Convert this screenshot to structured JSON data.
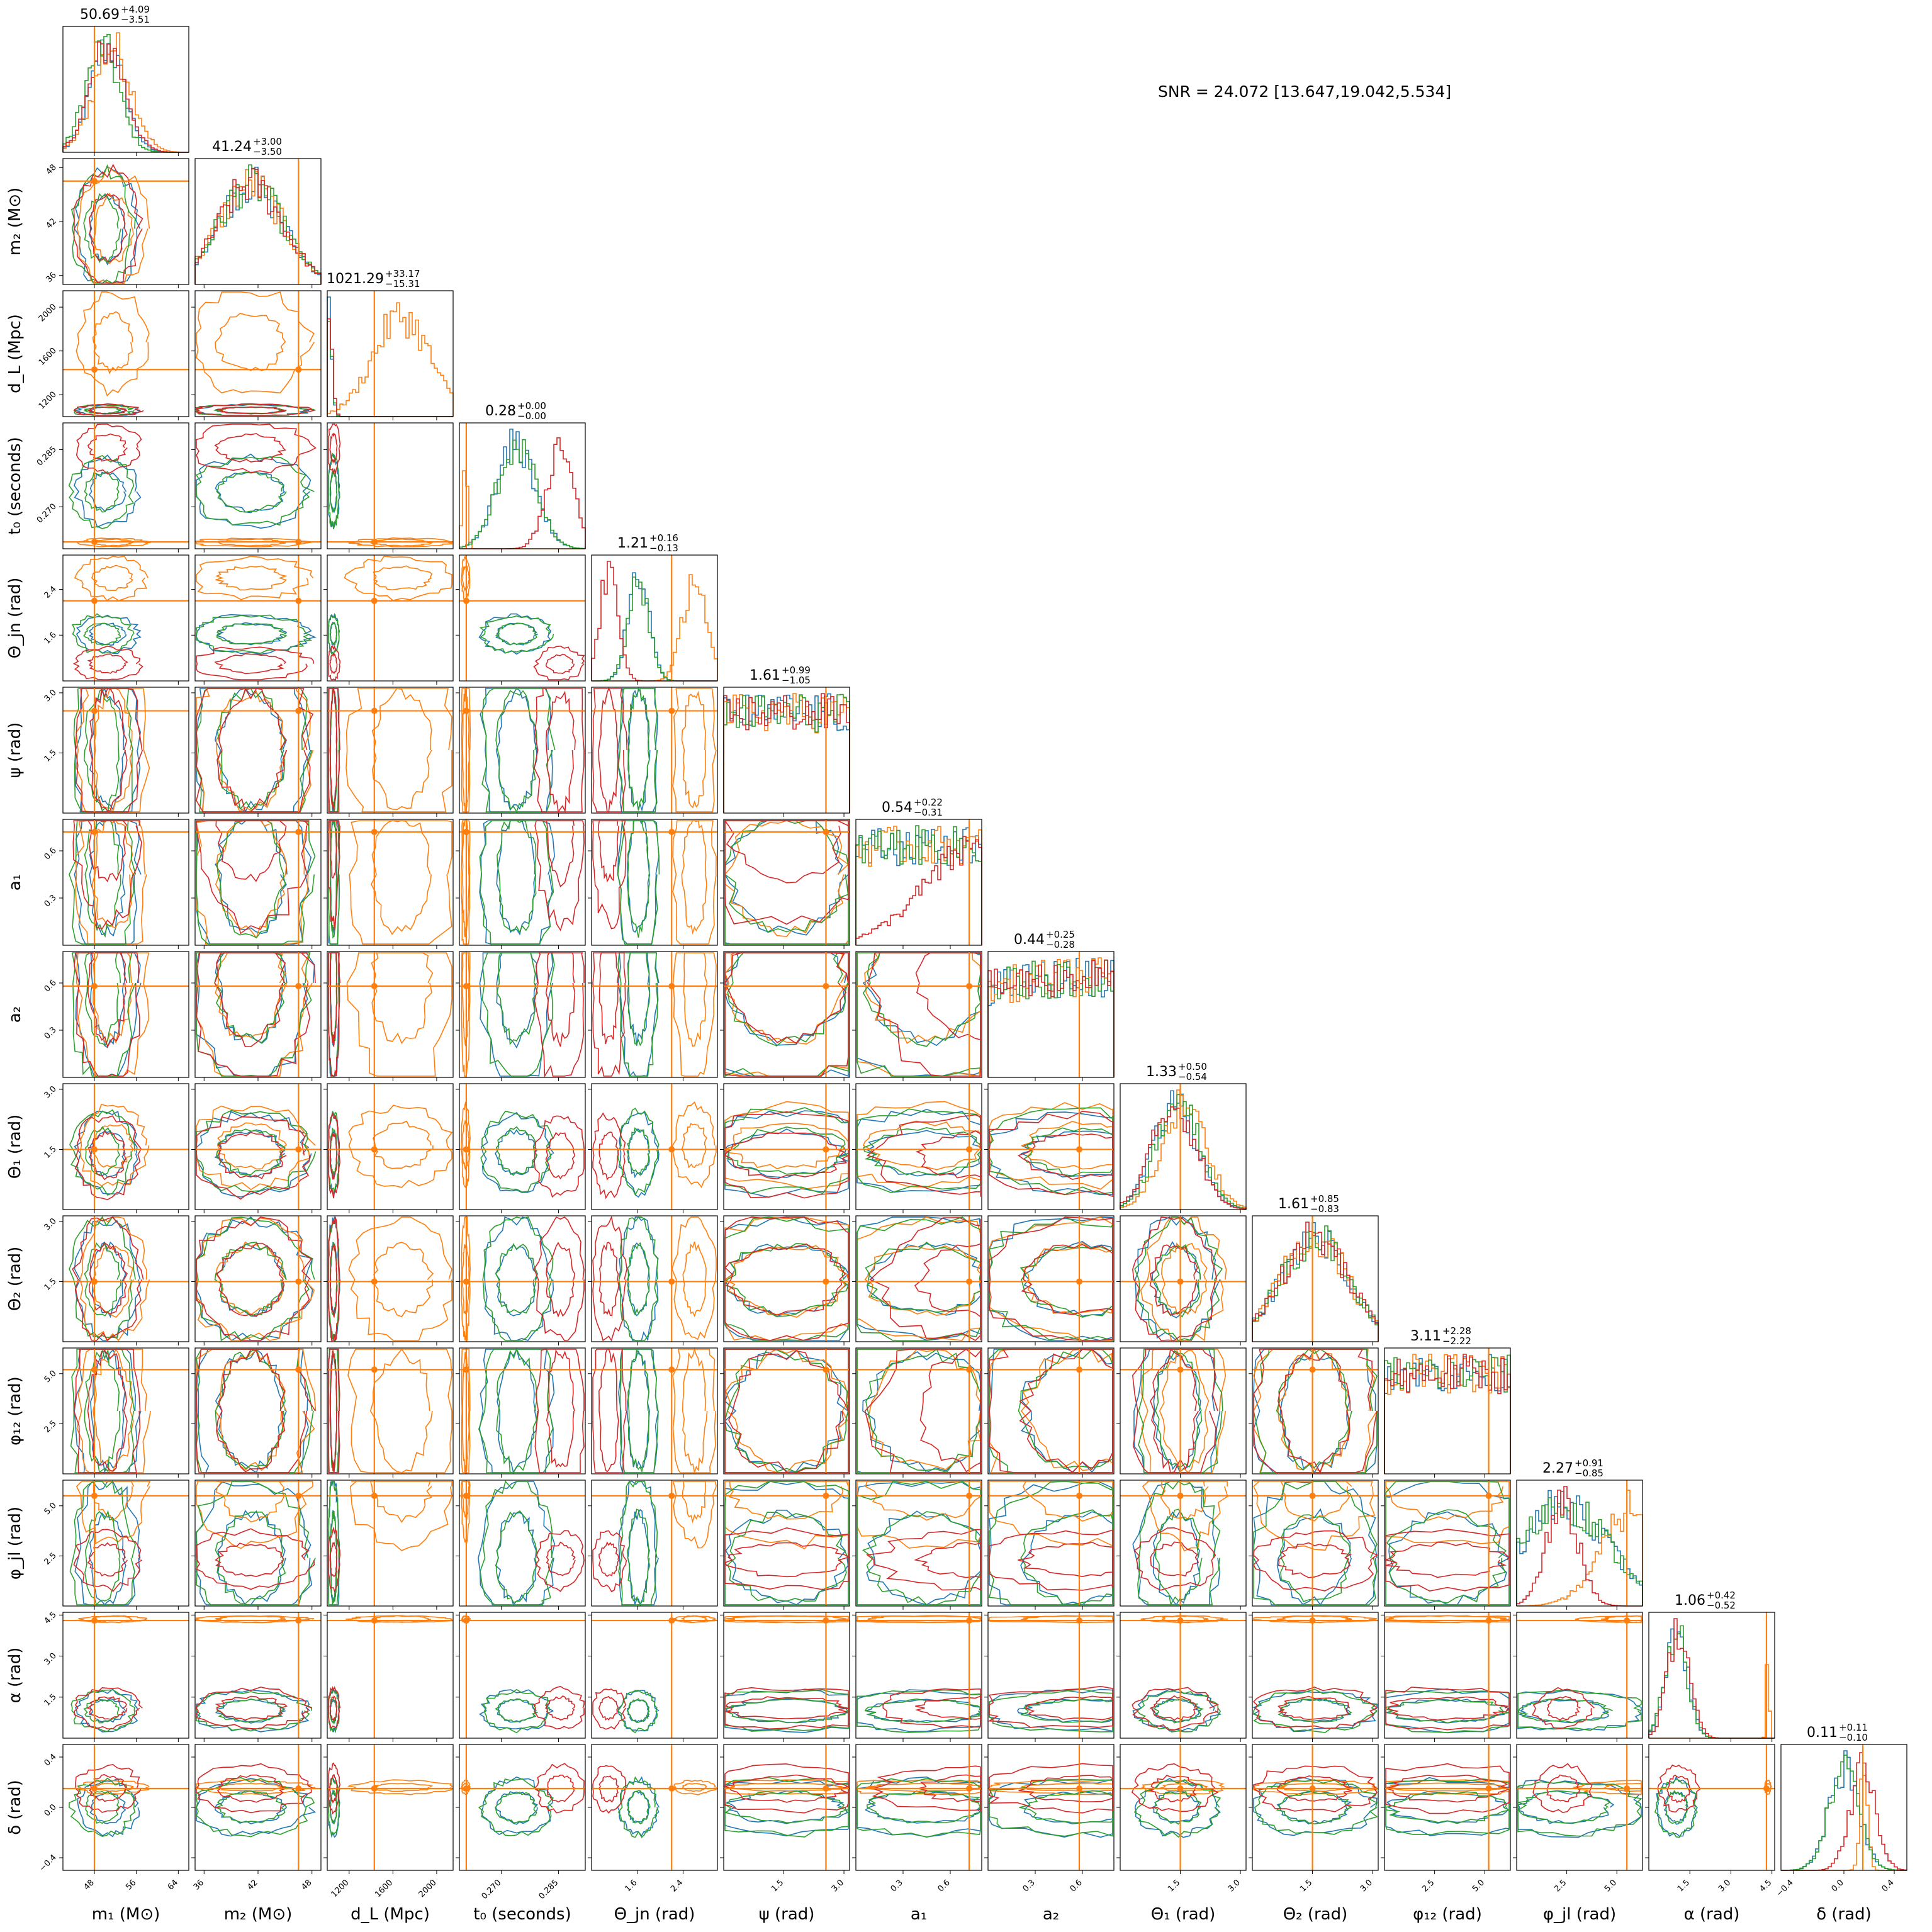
{
  "chart_data": {
    "type": "corner",
    "snr_label": "SNR = 24.072 [13.647,19.042,5.534]",
    "colors": {
      "blue": "#1f77b4",
      "orange": "#ff7f0e",
      "green": "#2ca02c",
      "red": "#d62728",
      "truth": "#ff7f0e"
    },
    "series": [
      {
        "color": "#1f77b4"
      },
      {
        "color": "#ff7f0e"
      },
      {
        "color": "#2ca02c"
      },
      {
        "color": "#d62728"
      }
    ],
    "parameters": [
      {
        "name": "m1",
        "label": "m₁ (M⊙)",
        "title_value": "50.69",
        "plus": "+4.09",
        "minus": "−3.51",
        "range": [
          42,
          66
        ],
        "truth": 48,
        "ticks": [
          48,
          56,
          64
        ],
        "tick_labels": [
          "48",
          "56",
          "64"
        ],
        "means": [
          50.5,
          51.5,
          49.5,
          50.5
        ],
        "sigmas": [
          3.2,
          3.6,
          3.2,
          3.4
        ]
      },
      {
        "name": "m2",
        "label": "m₂ (M⊙)",
        "title_value": "41.24",
        "plus": "+3.00",
        "minus": "−3.50",
        "range": [
          35,
          49
        ],
        "truth": 46.5,
        "ticks": [
          36,
          42,
          48
        ],
        "tick_labels": [
          "36",
          "42",
          "48"
        ],
        "means": [
          41.2,
          41.2,
          41.2,
          41.2
        ],
        "sigmas": [
          3.6,
          3.6,
          3.6,
          3.6
        ]
      },
      {
        "name": "dL",
        "label": "d_L (Mpc)",
        "title_value": "1021.29",
        "plus": "+33.17",
        "minus": "−15.31",
        "range": [
          1000,
          2150
        ],
        "truth": 1430,
        "ticks": [
          1200,
          1600,
          2000
        ],
        "tick_labels": [
          "1200",
          "1600",
          "2000"
        ],
        "means": [
          1015,
          1680,
          1015,
          1020
        ],
        "sigmas": [
          28,
          260,
          28,
          30
        ]
      },
      {
        "name": "t0",
        "label": "t₀ (seconds)",
        "title_value": "0.28",
        "plus": "+0.00",
        "minus": "−0.00",
        "range": [
          0.259,
          0.292
        ],
        "truth": 0.2608,
        "ticks": [
          0.27,
          0.285
        ],
        "tick_labels": [
          "0.270",
          "0.285"
        ],
        "means": [
          0.274,
          0.2605,
          0.274,
          0.2855
        ],
        "sigmas": [
          0.005,
          0.0006,
          0.005,
          0.0035
        ]
      },
      {
        "name": "theta_jn",
        "label": "Θ_jn (rad)",
        "title_value": "1.21",
        "plus": "+0.16",
        "minus": "−0.13",
        "range": [
          0.8,
          3.0
        ],
        "truth": 2.2,
        "ticks": [
          1.6,
          2.4
        ],
        "tick_labels": [
          "1.6",
          "2.4"
        ],
        "means": [
          1.62,
          2.6,
          1.62,
          1.1
        ],
        "sigmas": [
          0.18,
          0.2,
          0.18,
          0.16
        ]
      },
      {
        "name": "psi",
        "label": "ψ (rad)",
        "title_value": "1.61",
        "plus": "+0.99",
        "minus": "−1.05",
        "range": [
          0,
          3.14
        ],
        "truth": 2.55,
        "ticks": [
          1.5,
          3.0
        ],
        "tick_labels": [
          "1.5",
          "3.0"
        ],
        "means": [
          1.57,
          1.57,
          1.57,
          1.57
        ],
        "sigmas": [
          9,
          9,
          9,
          9
        ]
      },
      {
        "name": "a1",
        "label": "a₁",
        "title_value": "0.54",
        "plus": "+0.22",
        "minus": "−0.31",
        "range": [
          0,
          0.8
        ],
        "truth": 0.72,
        "ticks": [
          0.3,
          0.6
        ],
        "tick_labels": [
          "0.3",
          "0.6"
        ],
        "means": [
          0.45,
          0.45,
          0.45,
          0.8
        ],
        "sigmas": [
          2,
          2,
          2,
          0.35
        ]
      },
      {
        "name": "a2",
        "label": "a₂",
        "title_value": "0.44",
        "plus": "+0.25",
        "minus": "−0.28",
        "range": [
          0,
          0.8
        ],
        "truth": 0.58,
        "ticks": [
          0.3,
          0.6
        ],
        "tick_labels": [
          "0.3",
          "0.6"
        ],
        "means": [
          0.6,
          0.6,
          0.6,
          0.6
        ],
        "sigmas": [
          1.2,
          1.2,
          1.2,
          1.2
        ]
      },
      {
        "name": "theta1",
        "label": "Θ₁ (rad)",
        "title_value": "1.33",
        "plus": "+0.50",
        "minus": "−0.54",
        "range": [
          0,
          3.14
        ],
        "truth": 1.5,
        "ticks": [
          1.5,
          3.0
        ],
        "tick_labels": [
          "1.5",
          "3.0"
        ],
        "means": [
          1.4,
          1.6,
          1.45,
          1.35
        ],
        "sigmas": [
          0.55,
          0.55,
          0.55,
          0.55
        ]
      },
      {
        "name": "theta2",
        "label": "Θ₂ (rad)",
        "title_value": "1.61",
        "plus": "+0.85",
        "minus": "−0.83",
        "range": [
          0,
          3.14
        ],
        "truth": 1.5,
        "ticks": [
          1.5,
          3.0
        ],
        "tick_labels": [
          "1.5",
          "3.0"
        ],
        "means": [
          1.55,
          1.55,
          1.55,
          1.55
        ],
        "sigmas": [
          0.85,
          0.85,
          0.85,
          0.85
        ]
      },
      {
        "name": "phi12",
        "label": "φ₁₂ (rad)",
        "title_value": "3.11",
        "plus": "+2.28",
        "minus": "−2.22",
        "range": [
          0,
          6.28
        ],
        "truth": 5.2,
        "ticks": [
          2.5,
          5.0
        ],
        "tick_labels": [
          "2.5",
          "5.0"
        ],
        "means": [
          3.14,
          3.14,
          3.14,
          3.14
        ],
        "sigmas": [
          20,
          20,
          20,
          20
        ]
      },
      {
        "name": "phi_jl",
        "label": "φ_jl (rad)",
        "title_value": "2.27",
        "plus": "+0.91",
        "minus": "−0.85",
        "range": [
          0,
          6.28
        ],
        "truth": 5.5,
        "ticks": [
          2.5,
          5.0
        ],
        "tick_labels": [
          "2.5",
          "5.0"
        ],
        "means": [
          2.4,
          6.0,
          2.4,
          2.3
        ],
        "sigmas": [
          2.2,
          1.6,
          2.2,
          0.8
        ]
      },
      {
        "name": "alpha",
        "label": "α (rad)",
        "title_value": "1.06",
        "plus": "+0.42",
        "minus": "−0.52",
        "range": [
          0,
          4.6
        ],
        "truth": 4.3,
        "ticks": [
          1.5,
          3.0,
          4.5
        ],
        "tick_labels": [
          "1.5",
          "3.0",
          "4.5"
        ],
        "means": [
          1.0,
          4.35,
          1.0,
          1.1
        ],
        "sigmas": [
          0.4,
          0.05,
          0.4,
          0.4
        ]
      },
      {
        "name": "delta",
        "label": "δ (rad)",
        "title_value": "0.11",
        "plus": "+0.11",
        "minus": "−0.10",
        "range": [
          -0.5,
          0.5
        ],
        "truth": 0.15,
        "ticks": [
          -0.4,
          0.0,
          0.4
        ],
        "tick_labels": [
          "−0.4",
          "0.0",
          "0.4"
        ],
        "means": [
          0.0,
          0.16,
          0.0,
          0.15
        ],
        "sigmas": [
          0.12,
          0.03,
          0.12,
          0.1
        ]
      }
    ]
  }
}
